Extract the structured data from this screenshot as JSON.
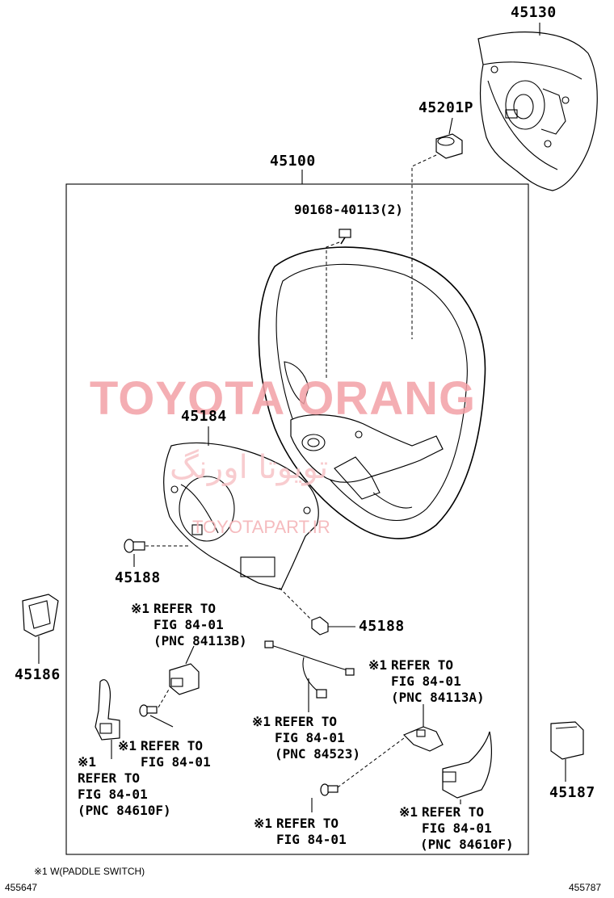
{
  "watermark": {
    "main": "TOYOTA ORANG",
    "persian": "تویوتا اورنگ",
    "url": "TOYOTAPART.IR"
  },
  "parts": {
    "p45130": "45130",
    "p45201p": "45201P",
    "p45100": "45100",
    "p90168": "90168-40113(2)",
    "p45184": "45184",
    "p45188_left": "45188",
    "p45188_right": "45188",
    "p45186": "45186",
    "p45187": "45187"
  },
  "notes": {
    "n1": {
      "mark": "※1",
      "line1": "REFER TO",
      "line2": "FIG 84-01",
      "line3": "(PNC 84113B)"
    },
    "n2": {
      "mark": "※1",
      "line1": "REFER TO",
      "line2": "FIG 84-01",
      "line3": "(PNC 84113A)"
    },
    "n3": {
      "mark": "※1",
      "line1": "REFER TO",
      "line2": "FIG 84-01",
      "line3": "(PNC 84523)"
    },
    "n4": {
      "mark": "※1",
      "line1": "REFER TO",
      "line2": "FIG 84-01"
    },
    "n5": {
      "mark": "※1",
      "line1": "REFER TO",
      "line2": "FIG 84-01",
      "line3": "(PNC 84610F)"
    },
    "n6": {
      "mark": "※1",
      "line1": "REFER TO",
      "line2": "FIG 84-01"
    },
    "n7": {
      "mark": "※1",
      "line1": "REFER TO",
      "line2": "FIG 84-01",
      "line3": "(PNC 84610F)"
    }
  },
  "footer": {
    "legend": "※1 W(PADDLE SWITCH)",
    "code_left": "455647",
    "code_right": "455787"
  }
}
